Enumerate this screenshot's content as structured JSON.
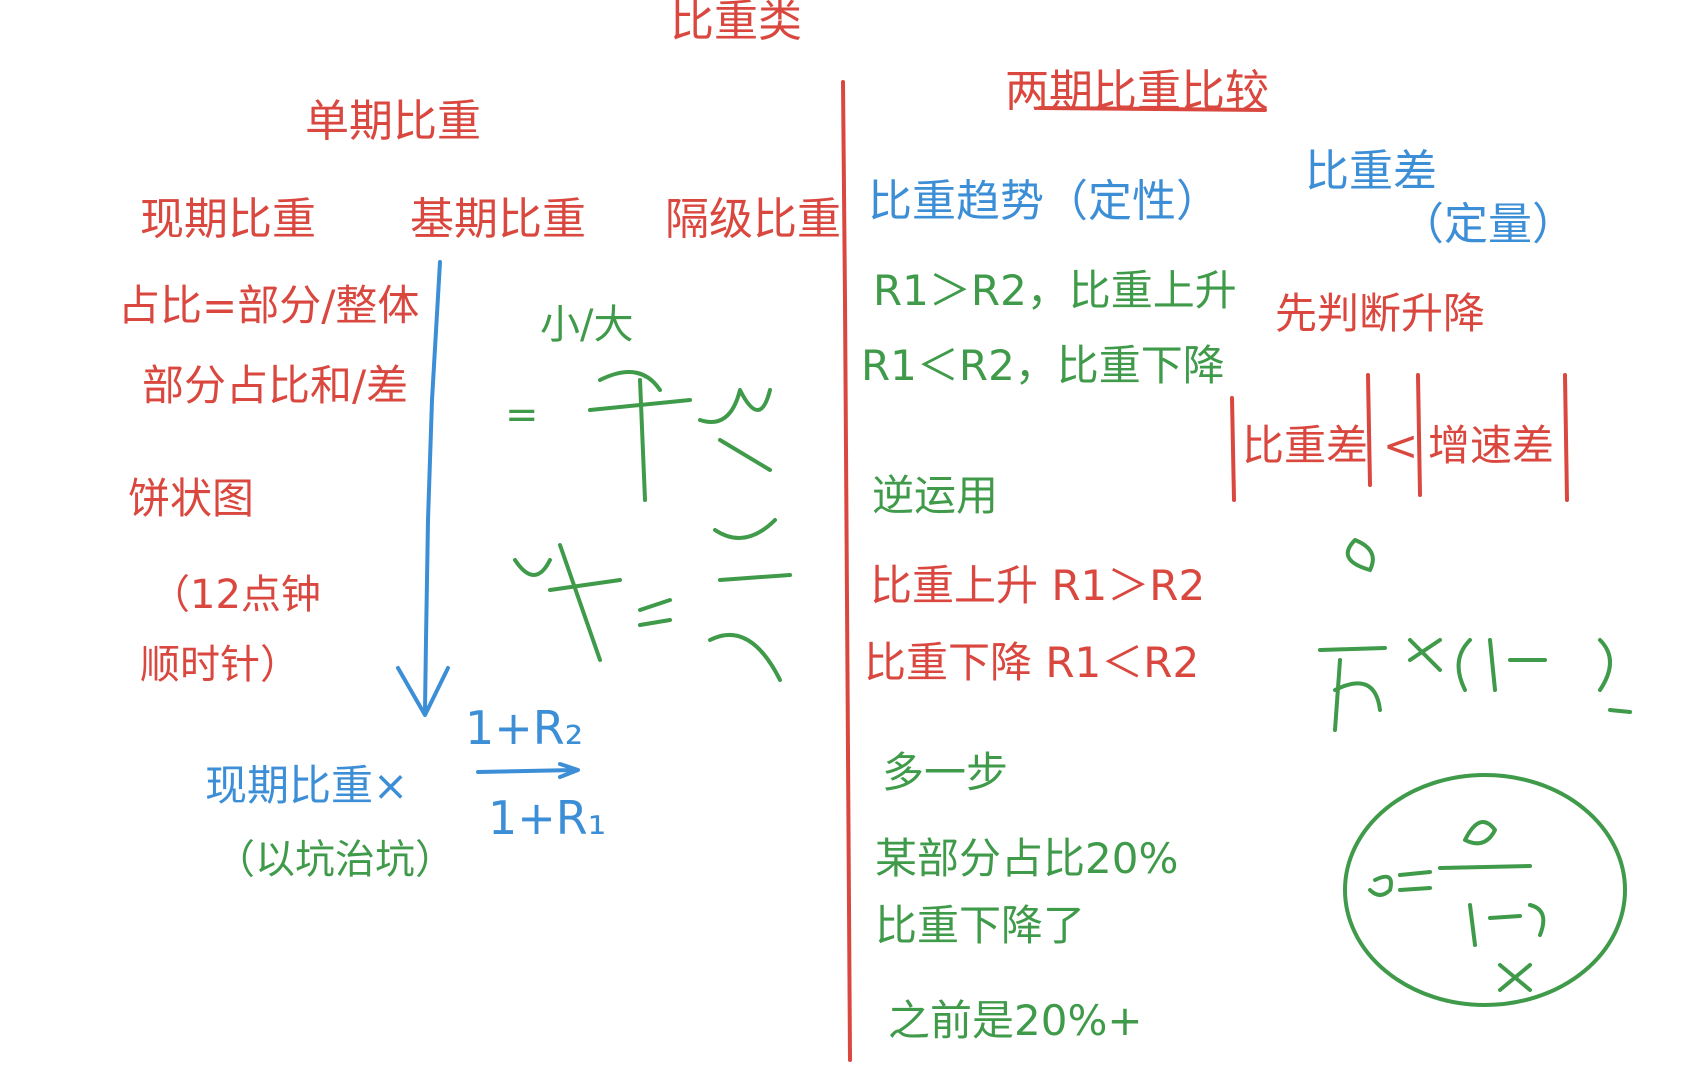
{
  "title": "比重类",
  "left": {
    "heading": "单期比重",
    "col1": "现期比重",
    "col2": "基期比重",
    "col3": "隔级比重",
    "formula1": "占比=部分/整体",
    "formula2": "部分占比和/差",
    "small_big": "小/大",
    "equals": "=",
    "pie": "饼状图",
    "clock1": "（12点钟",
    "clock2": "顺时针）",
    "base_formula": "现期比重×",
    "pit": "（以坑治坑）",
    "frac_top": "1+R₂",
    "frac_bottom": "1+R₁"
  },
  "right": {
    "heading": "两期比重比较",
    "trend": "比重趋势（定性）",
    "diff_title": "比重差",
    "diff_sub": "（定量）",
    "rule1": "R1＞R2，比重上升",
    "rule2": "R1＜R2，比重下降",
    "judge": "先判断升降",
    "compare_left": "比重差",
    "compare_op": "<",
    "compare_right": "增速差",
    "reverse": "逆运用",
    "rev1": "比重上升   R1＞R2",
    "rev2": "比重下降   R1＜R2",
    "step": "多一步",
    "ex1": "某部分占比20%",
    "ex2": "比重下降了",
    "ex3": "之前是20%+"
  }
}
